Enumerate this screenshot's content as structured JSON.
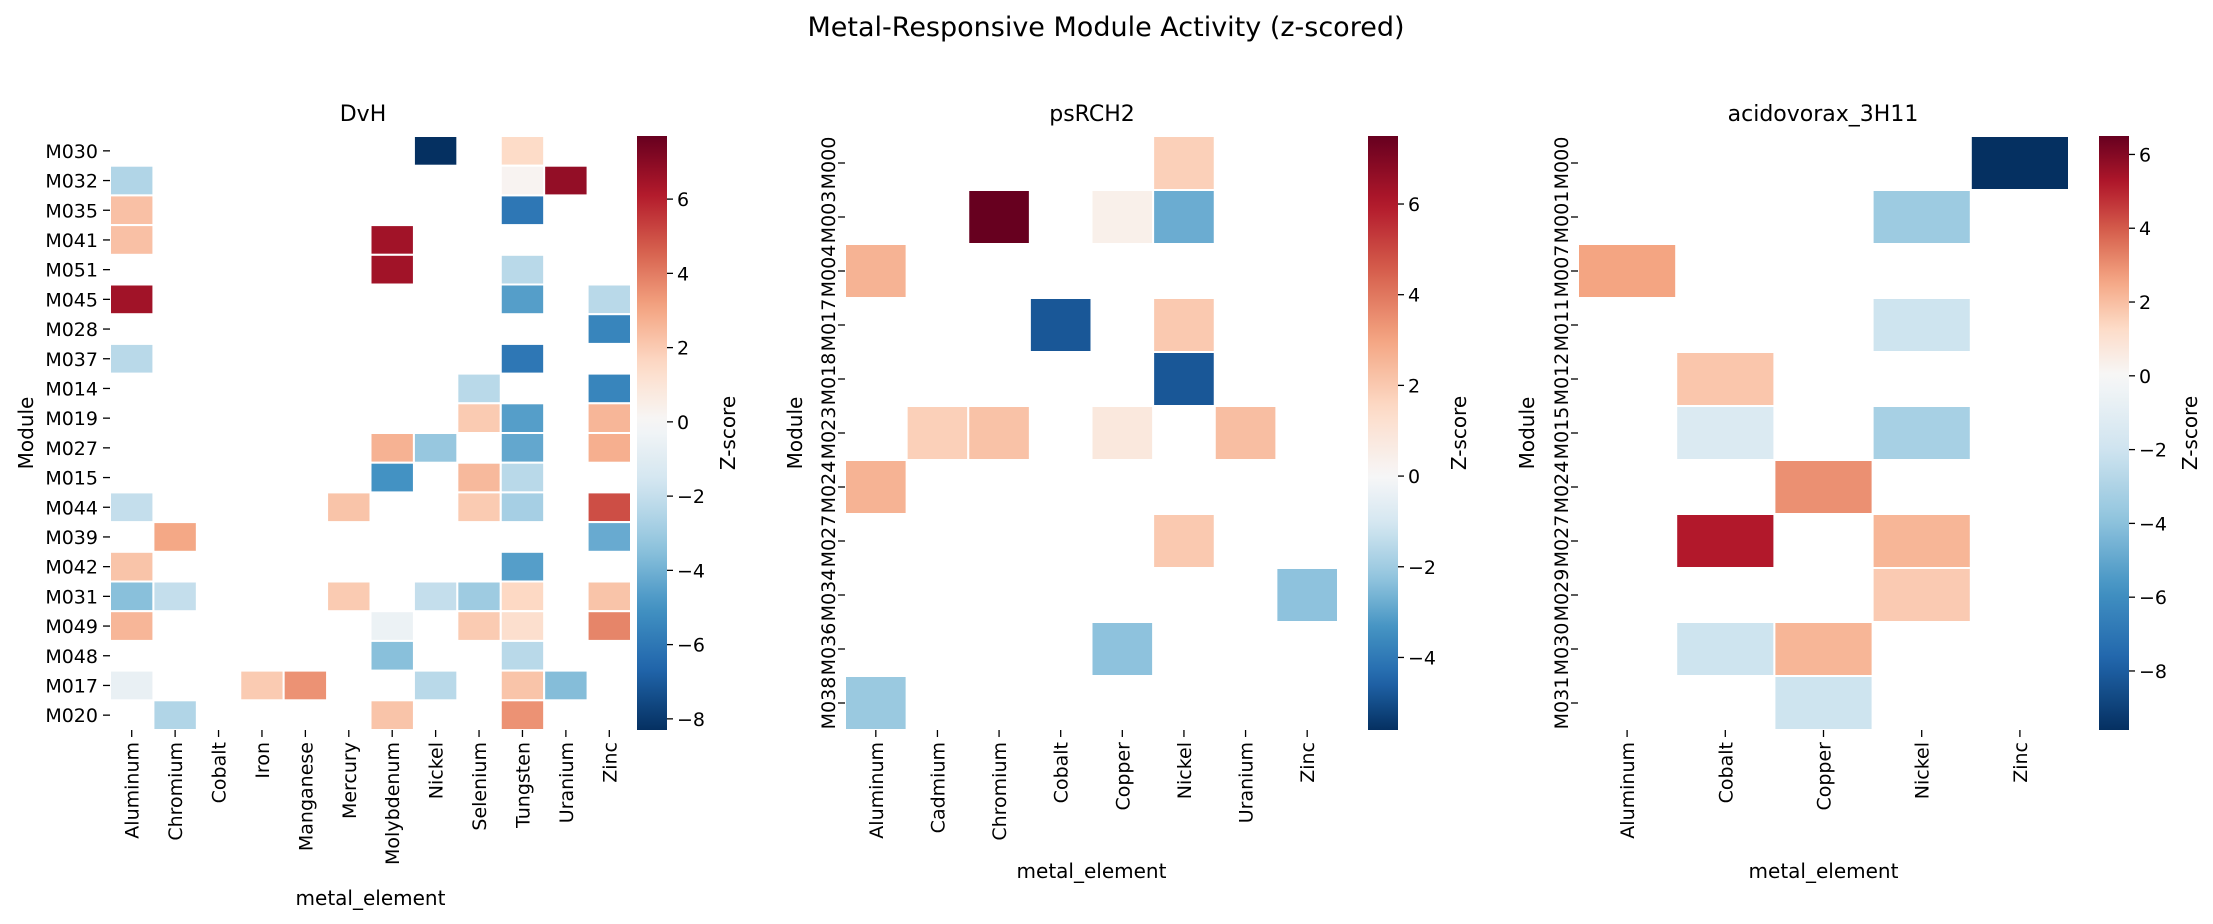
{
  "figure": {
    "title": "Metal-Responsive Module Activity (z-scored)"
  },
  "chart_data": [
    {
      "type": "heatmap",
      "title": "DvH",
      "xlabel": "metal_element",
      "ylabel": "Module",
      "colorbar_label": "Z-score",
      "colorbar_ticks": [
        -8,
        -6,
        -4,
        -2,
        0,
        2,
        4,
        6
      ],
      "vmin": -8.3,
      "vmax": 7.7,
      "columns": [
        "Aluminum",
        "Chromium",
        "Cobalt",
        "Iron",
        "Manganese",
        "Mercury",
        "Molybdenum",
        "Nickel",
        "Selenium",
        "Tungsten",
        "Uranium",
        "Zinc"
      ],
      "rows": [
        "M030",
        "M032",
        "M035",
        "M041",
        "M051",
        "M045",
        "M028",
        "M037",
        "M014",
        "M019",
        "M027",
        "M015",
        "M044",
        "M039",
        "M042",
        "M031",
        "M049",
        "M048",
        "M017",
        "M020"
      ],
      "values": [
        [
          null,
          null,
          null,
          null,
          null,
          null,
          null,
          -8.3,
          null,
          1.5,
          null,
          null
        ],
        [
          -2.5,
          null,
          null,
          null,
          null,
          null,
          null,
          null,
          null,
          0.2,
          6.8,
          null
        ],
        [
          2.3,
          null,
          null,
          null,
          null,
          null,
          null,
          null,
          null,
          -6.0,
          null,
          null
        ],
        [
          2.3,
          null,
          null,
          null,
          null,
          null,
          6.5,
          null,
          null,
          null,
          null,
          null
        ],
        [
          null,
          null,
          null,
          null,
          null,
          null,
          6.5,
          null,
          null,
          -2.3,
          null,
          null
        ],
        [
          6.5,
          null,
          null,
          null,
          null,
          null,
          null,
          null,
          null,
          -4.6,
          null,
          -2.3
        ],
        [
          null,
          null,
          null,
          null,
          null,
          null,
          null,
          null,
          null,
          null,
          null,
          -5.5
        ],
        [
          -2.3,
          null,
          null,
          null,
          null,
          null,
          null,
          null,
          null,
          -6.0,
          null,
          null
        ],
        [
          null,
          null,
          null,
          null,
          null,
          null,
          null,
          null,
          -2.3,
          null,
          null,
          -5.5
        ],
        [
          null,
          null,
          null,
          null,
          null,
          null,
          null,
          null,
          2.0,
          -4.6,
          null,
          2.6
        ],
        [
          null,
          null,
          null,
          null,
          null,
          null,
          2.7,
          -3.2,
          null,
          -4.3,
          null,
          2.8
        ],
        [
          null,
          null,
          null,
          null,
          null,
          null,
          -5.0,
          null,
          2.5,
          -2.3,
          null,
          null
        ],
        [
          -2.0,
          null,
          null,
          null,
          null,
          2.2,
          null,
          null,
          2.0,
          -2.8,
          null,
          5.0
        ],
        [
          null,
          3.0,
          null,
          null,
          null,
          null,
          null,
          null,
          null,
          null,
          null,
          -4.2
        ],
        [
          2.2,
          null,
          null,
          null,
          null,
          null,
          null,
          null,
          null,
          -4.6,
          null,
          null
        ],
        [
          -3.5,
          -2.0,
          null,
          null,
          null,
          2.0,
          null,
          -2.0,
          -3.0,
          1.6,
          null,
          2.2
        ],
        [
          2.6,
          null,
          null,
          null,
          null,
          null,
          -0.5,
          null,
          2.0,
          1.3,
          null,
          3.8
        ],
        [
          null,
          null,
          null,
          null,
          null,
          null,
          -3.5,
          null,
          null,
          -2.3,
          null,
          null
        ],
        [
          -0.6,
          null,
          null,
          2.0,
          3.5,
          null,
          null,
          -2.3,
          null,
          2.2,
          -3.6,
          null
        ],
        [
          null,
          -2.5,
          null,
          null,
          null,
          null,
          2.2,
          null,
          null,
          3.5,
          null,
          null
        ]
      ]
    },
    {
      "type": "heatmap",
      "title": "psRCH2",
      "xlabel": "metal_element",
      "ylabel": "Module",
      "colorbar_label": "Z-score",
      "colorbar_ticks": [
        -4,
        -2,
        0,
        2,
        4,
        6
      ],
      "vmin": -5.6,
      "vmax": 7.5,
      "columns": [
        "Aluminum",
        "Cadmium",
        "Chromium",
        "Cobalt",
        "Copper",
        "Nickel",
        "Uranium",
        "Zinc"
      ],
      "rows": [
        "M000",
        "M003",
        "M004",
        "M017",
        "M018",
        "M023",
        "M024",
        "M027",
        "M034",
        "M036",
        "M038"
      ],
      "values": [
        [
          null,
          null,
          null,
          null,
          null,
          1.8,
          null,
          null
        ],
        [
          null,
          null,
          7.5,
          null,
          0.4,
          -2.8,
          null,
          null
        ],
        [
          2.6,
          null,
          null,
          null,
          null,
          null,
          null,
          null
        ],
        [
          null,
          null,
          null,
          -4.8,
          null,
          2.0,
          null,
          null
        ],
        [
          null,
          null,
          null,
          null,
          null,
          -4.8,
          null,
          null
        ],
        [
          null,
          1.8,
          2.2,
          null,
          0.8,
          null,
          2.3,
          null
        ],
        [
          2.6,
          null,
          null,
          null,
          null,
          null,
          null,
          null
        ],
        [
          null,
          null,
          null,
          null,
          null,
          2.0,
          null,
          null
        ],
        [
          null,
          null,
          null,
          null,
          null,
          null,
          null,
          -2.3
        ],
        [
          null,
          null,
          null,
          null,
          -2.3,
          null,
          null,
          null
        ],
        [
          -2.1,
          null,
          null,
          null,
          null,
          null,
          null,
          null
        ]
      ]
    },
    {
      "type": "heatmap",
      "title": "acidovorax_3H11",
      "xlabel": "metal_element",
      "ylabel": "Module",
      "colorbar_label": "Z-score",
      "colorbar_ticks": [
        -8,
        -6,
        -4,
        -2,
        0,
        2,
        4,
        6
      ],
      "vmin": -9.6,
      "vmax": 6.5,
      "columns": [
        "Aluminum",
        "Cobalt",
        "Copper",
        "Nickel",
        "Zinc"
      ],
      "rows": [
        "M000",
        "M001",
        "M007",
        "M011",
        "M012",
        "M015",
        "M024",
        "M027",
        "M029",
        "M030",
        "M031"
      ],
      "values": [
        [
          null,
          null,
          null,
          null,
          -9.6
        ],
        [
          null,
          null,
          null,
          -3.5,
          null
        ],
        [
          2.6,
          null,
          null,
          null,
          null
        ],
        [
          null,
          null,
          null,
          -2.0,
          null
        ],
        [
          null,
          1.8,
          null,
          null,
          null
        ],
        [
          null,
          -1.4,
          null,
          -3.2,
          null
        ],
        [
          null,
          null,
          3.0,
          null,
          null
        ],
        [
          null,
          5.2,
          null,
          2.2,
          null
        ],
        [
          null,
          null,
          null,
          1.7,
          null
        ],
        [
          null,
          -2.0,
          2.2,
          null,
          null
        ],
        [
          null,
          null,
          -2.0,
          null,
          null
        ]
      ]
    }
  ]
}
